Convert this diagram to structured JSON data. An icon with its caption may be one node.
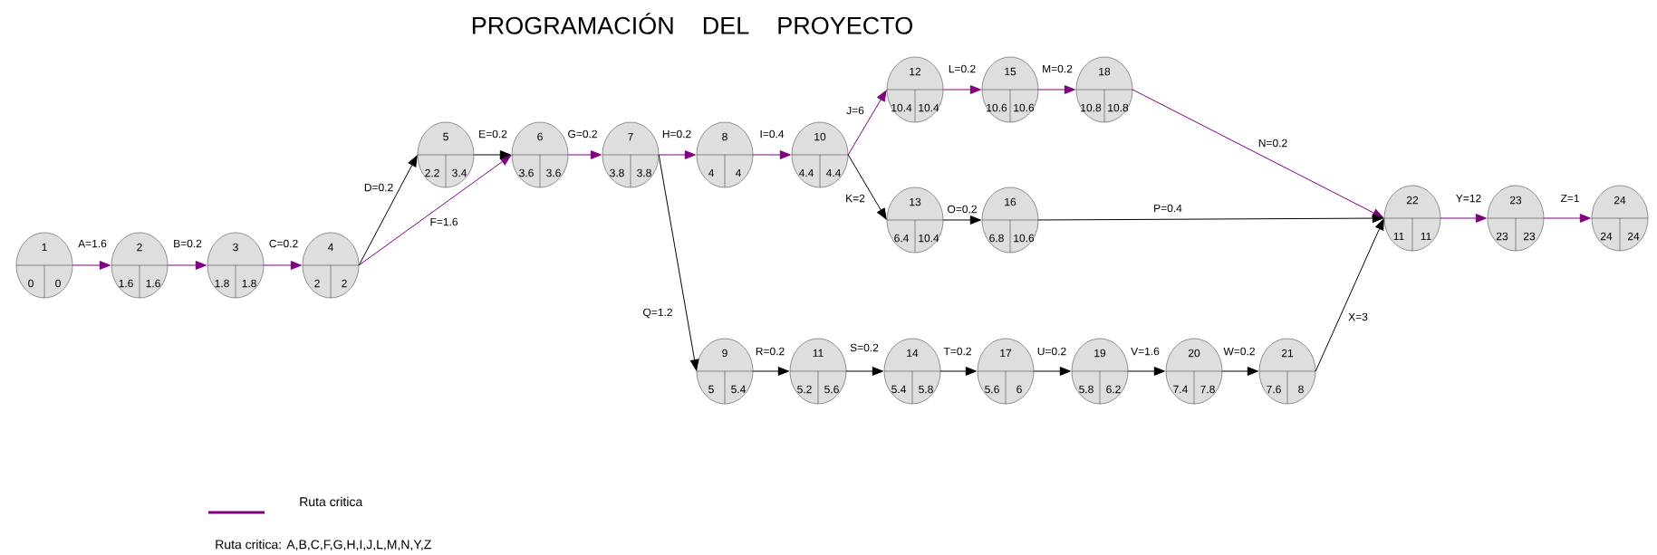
{
  "diagram": {
    "title": "PROGRAMACIÓN DEL PROYECTO",
    "nodes": [
      {
        "text": [
          "1",
          "0",
          "0"
        ]
      },
      {
        "text": [
          "2",
          "1.6",
          "1.6"
        ]
      },
      {
        "text": [
          "3",
          "1.8",
          "1.8"
        ]
      },
      {
        "text": [
          "4",
          "2",
          "2"
        ]
      },
      {
        "text": [
          "5",
          "2.2",
          "3.4"
        ]
      },
      {
        "text": [
          "6",
          "3.6",
          "3.6"
        ]
      },
      {
        "text": [
          "7",
          "3.8",
          "3.8"
        ]
      },
      {
        "text": [
          "8",
          "4",
          "4"
        ]
      },
      {
        "text": [
          "9",
          "5",
          "5.4"
        ]
      },
      {
        "text": [
          "10",
          "4.4",
          "4.4"
        ]
      },
      {
        "text": [
          "11",
          "5.2",
          "5.6"
        ]
      },
      {
        "text": [
          "12",
          "10.4",
          "10.4"
        ]
      },
      {
        "text": [
          "13",
          "6.4",
          "10.4"
        ]
      },
      {
        "text": [
          "14",
          "5.4",
          "5.8"
        ]
      },
      {
        "text": [
          "15",
          "10.6",
          "10.6"
        ]
      },
      {
        "text": [
          "16",
          "6.8",
          "10.6"
        ]
      },
      {
        "text": [
          "17",
          "5.6",
          "6"
        ]
      },
      {
        "text": [
          "18",
          "10.8",
          "10.8"
        ]
      },
      {
        "text": [
          "19",
          "5.8",
          "6.2"
        ]
      },
      {
        "text": [
          "20",
          "7.4",
          "7.8"
        ]
      },
      {
        "text": [
          "21",
          "7.6",
          "8"
        ]
      },
      {
        "text": [
          "22",
          "11",
          "11"
        ]
      },
      {
        "text": [
          "23",
          "23",
          "23"
        ]
      },
      {
        "text": [
          "24",
          "24",
          "24"
        ]
      }
    ],
    "edges": [
      {
        "from": 0,
        "to": 1,
        "arrow": "to",
        "label": "A=1.6"
      },
      {
        "from": 1,
        "to": 2,
        "arrow": "to",
        "label": "B=0.2"
      },
      {
        "from": 2,
        "to": 3,
        "arrow": "to",
        "label": "C=0.2"
      },
      {
        "from": 3,
        "to": 4,
        "arrow": "to",
        "label": "D=0.2",
        "color": "#000000"
      },
      {
        "from": 3,
        "to": 5,
        "arrow": "to",
        "label": "F=1.6"
      },
      {
        "from": 4,
        "to": 5,
        "arrow": "to",
        "label": "E=0.2",
        "color": "#000000"
      },
      {
        "from": 5,
        "to": 6,
        "arrow": "to",
        "label": "G=0.2"
      },
      {
        "from": 6,
        "to": 7,
        "arrow": "to",
        "label": "H=0.2"
      },
      {
        "from": 6,
        "to": 8,
        "arrow": "to",
        "label": "Q=1.2",
        "color": "#000000"
      },
      {
        "from": 7,
        "to": 9,
        "arrow": "to",
        "label": "I=0.4"
      },
      {
        "from": 9,
        "to": 11,
        "arrow": "to",
        "label": "J=6"
      },
      {
        "from": 9,
        "to": 12,
        "arrow": "to",
        "label": "K=2",
        "color": "#000000"
      },
      {
        "from": 11,
        "to": 14,
        "arrow": "to",
        "label": "L=0.2"
      },
      {
        "from": 14,
        "to": 17,
        "arrow": "to",
        "label": "M=0.2"
      },
      {
        "from": 17,
        "to": 21,
        "arrow": "to",
        "label": "N=0.2"
      },
      {
        "from": 12,
        "to": 15,
        "arrow": "to",
        "label": "O=0.2",
        "color": "#000000"
      },
      {
        "from": 15,
        "to": 21,
        "arrow": "to",
        "label": "P=0.4",
        "color": "#000000"
      },
      {
        "from": 8,
        "to": 10,
        "arrow": "to",
        "label": "R=0.2",
        "color": "#000000"
      },
      {
        "from": 10,
        "to": 13,
        "arrow": "to",
        "label": "S=0.2",
        "color": "#000000"
      },
      {
        "from": 13,
        "to": 16,
        "arrow": "to",
        "label": "T=0.2",
        "color": "#000000"
      },
      {
        "from": 16,
        "to": 18,
        "arrow": "to",
        "label": "U=0.2",
        "color": "#000000"
      },
      {
        "from": 18,
        "to": 19,
        "arrow": "to",
        "label": "V=1.6",
        "color": "#000000"
      },
      {
        "from": 19,
        "to": 20,
        "arrow": "to",
        "label": "W=0.2",
        "color": "#000000"
      },
      {
        "from": 20,
        "to": 21,
        "arrow": "to",
        "label": "X=3",
        "color": "#000000"
      },
      {
        "from": 21,
        "to": 22,
        "arrow": "to",
        "label": "Y=12"
      },
      {
        "from": 22,
        "to": 23,
        "arrow": "to",
        "label": "Z=1"
      }
    ],
    "labels": [
      "Ruta critica:  A,B,C,F,G,H,I,J,L,M,N,Y,Z"
    ],
    "legend": [
      {
        "text": "Ruta critica"
      }
    ]
  }
}
